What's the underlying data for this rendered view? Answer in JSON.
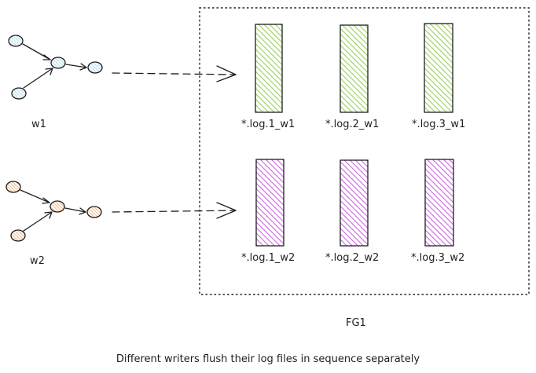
{
  "colors": {
    "stroke": "#1e1e1e",
    "writer1_node": "#a5d8e6",
    "writer2_node": "#f4b27a",
    "writer1_files": "#9ad05a",
    "writer2_files": "#cc66e0"
  },
  "writers": [
    {
      "label": "w1",
      "files": [
        "*.log.1_w1",
        "*.log.2_w1",
        "*.log.3_w1"
      ]
    },
    {
      "label": "w2",
      "files": [
        "*.log.1_w2",
        "*.log.2_w2",
        "*.log.3_w2"
      ]
    }
  ],
  "container": {
    "label": "FG1"
  },
  "caption": "Different writers flush their log files in sequence separately"
}
